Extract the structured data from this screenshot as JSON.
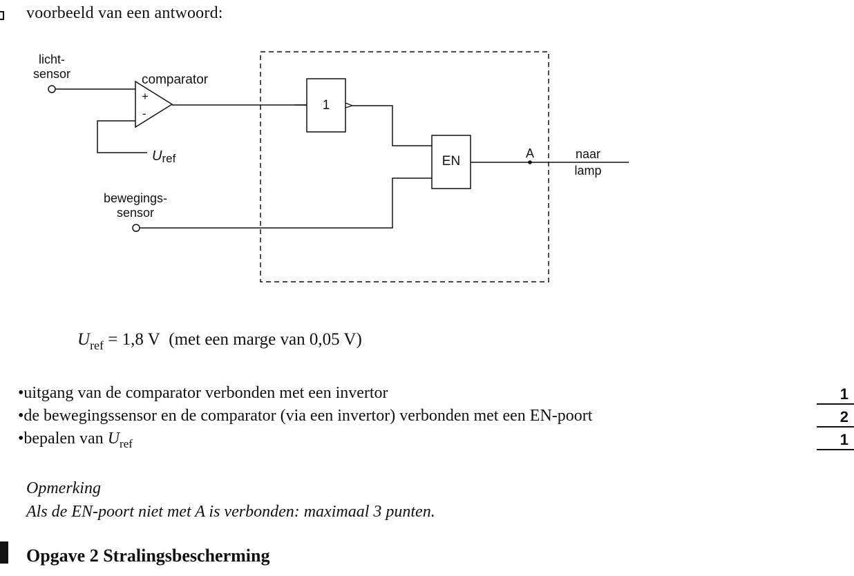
{
  "intro": "voorbeeld van een antwoord:",
  "diagram": {
    "lichtsensor_line1": "licht-",
    "lichtsensor_line2": "sensor",
    "comparator": "comparator",
    "plus": "+",
    "minus": "-",
    "uref_u": "U",
    "uref_sub": "ref",
    "invertor": "1",
    "and_gate": "EN",
    "point_a": "A",
    "naar": "naar",
    "lamp": "lamp",
    "bewegingssensor_line1": "bewegings-",
    "bewegingssensor_line2": "sensor"
  },
  "formula": {
    "u": "U",
    "sub": "ref",
    "value": " = 1,8 V",
    "margin": "(met een marge van 0,05 V)"
  },
  "criteria": [
    {
      "bullet": "•",
      "text": "uitgang van de comparator verbonden met een invertor",
      "points": "1"
    },
    {
      "bullet": "•",
      "text": "de bewegingssensor en de comparator (via een invertor) verbonden met een EN-poort",
      "points": "2"
    },
    {
      "bullet": "•",
      "text": "bepalen van ",
      "text_u": "U",
      "text_sub": "ref",
      "points": "1"
    }
  ],
  "remark": {
    "title": "Opmerking",
    "text": "Als de EN-poort niet met A is verbonden: maximaal 3 punten."
  },
  "section": {
    "title": "Opgave 2 Stralingsbescherming"
  }
}
